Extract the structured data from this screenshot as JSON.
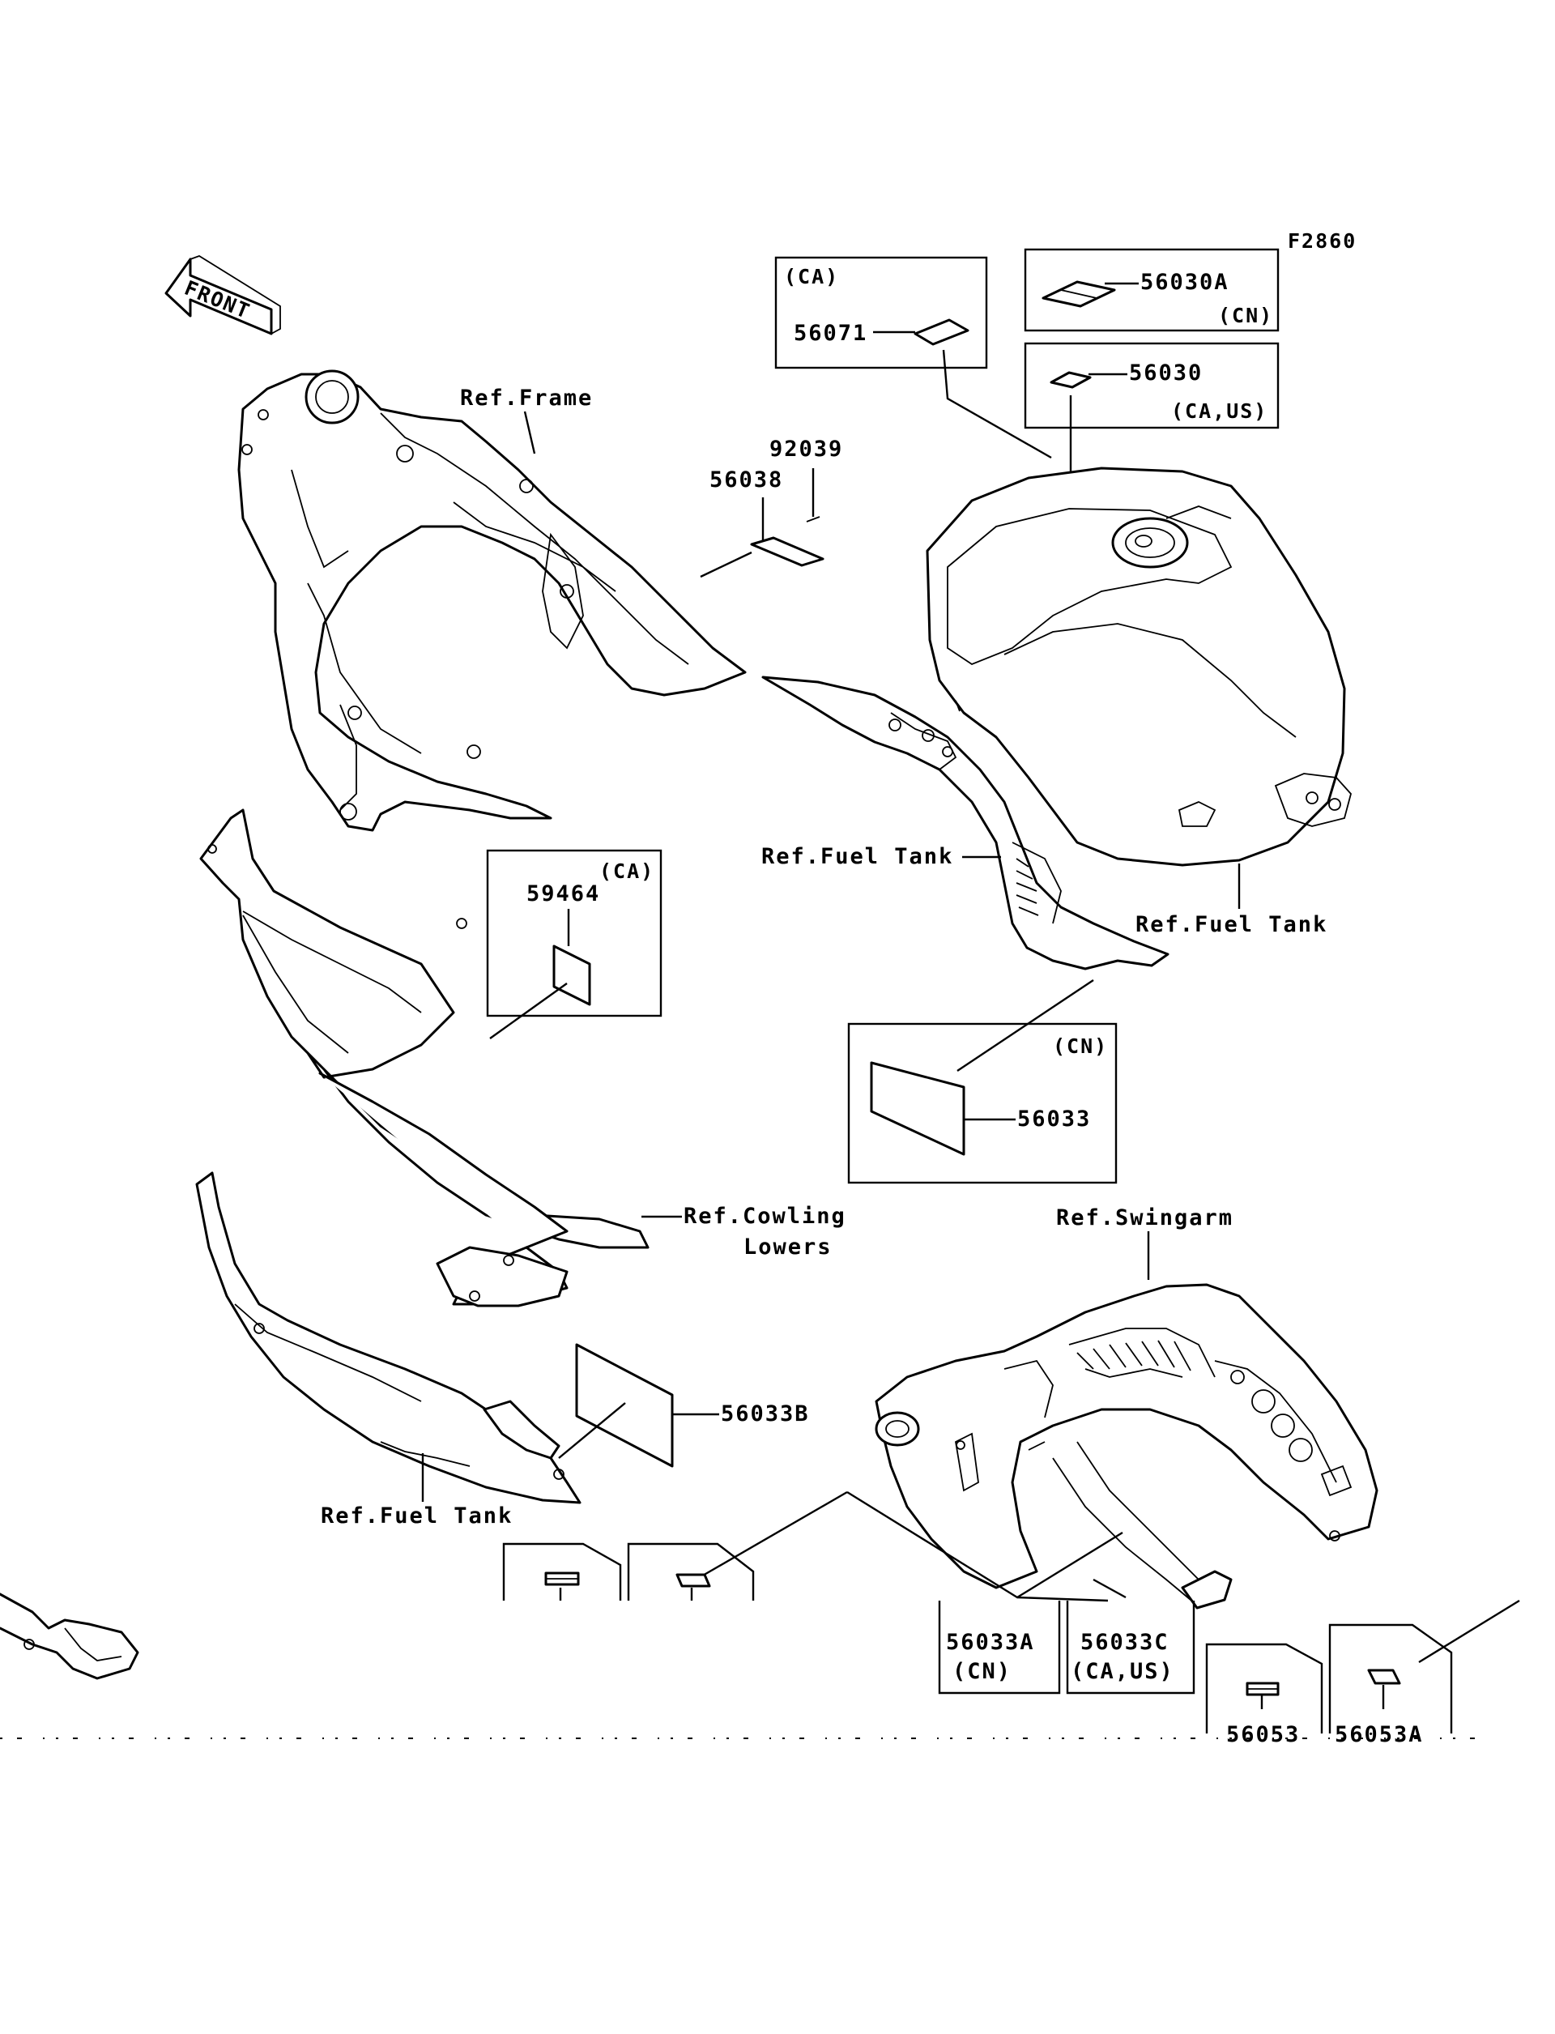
{
  "figure": {
    "code": "F2860",
    "front_arrow": "FRONT"
  },
  "references": {
    "frame": "Ref.Frame",
    "fuel_tank_center": "Ref.Fuel Tank",
    "fuel_tank_right": "Ref.Fuel Tank",
    "fuel_tank_lower": "Ref.Fuel Tank",
    "cowling_line1": "Ref.Cowling",
    "cowling_line2": "Lowers",
    "swingarm": "Ref.Swingarm"
  },
  "parts": {
    "p56071": {
      "number": "56071",
      "region": "(CA)"
    },
    "p56030A": {
      "number": "56030A",
      "region": "(CN)"
    },
    "p56030": {
      "number": "56030",
      "region": "(CA,US)"
    },
    "p92039": {
      "number": "92039"
    },
    "p56038": {
      "number": "56038"
    },
    "p59464": {
      "number": "59464",
      "region": "(CA)"
    },
    "p56033": {
      "number": "56033",
      "region": "(CN)"
    },
    "p56033B": {
      "number": "56033B"
    },
    "p56033A": {
      "number": "56033A",
      "region": "(CN)"
    },
    "p56033C": {
      "number": "56033C",
      "region": "(CA,US)"
    },
    "p56053": {
      "number": "56053"
    },
    "p56053A": {
      "number": "56053A"
    }
  }
}
